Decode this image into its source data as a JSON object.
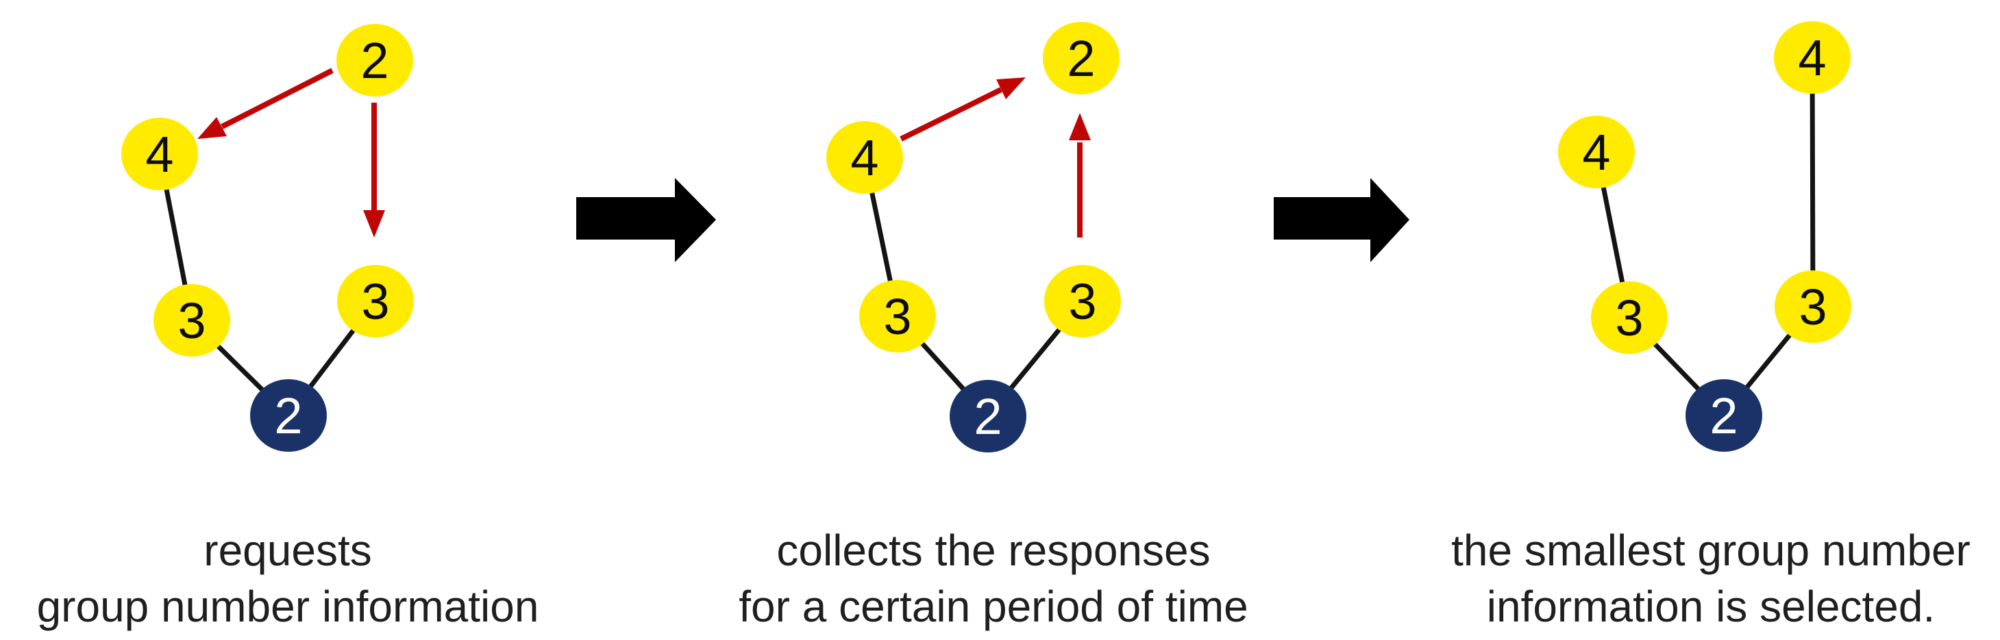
{
  "figure": {
    "description_labels": {
      "step1_line1": "requests",
      "step1_line2": "group number information",
      "step2_line1": "collects the responses",
      "step2_line2": "for a certain period of time",
      "step3_line1": "the smallest group number",
      "step3_line2": "information is selected."
    }
  },
  "colors": {
    "background": "#FFFFFF",
    "node_yellow": "#FFEB00",
    "node_navy": "#1B3268",
    "node_label_dark": "#0D0D0D",
    "node_label_light": "#FFFFFF",
    "edge_black": "#141414",
    "request_arrow_red": "#C00505",
    "step_arrow_black": "#000000",
    "caption_text": "#1F1F1F"
  },
  "panels": [
    {
      "caption_line1": "requests",
      "caption_line2": "group number information",
      "nodes": [
        {
          "label": "2"
        },
        {
          "label": "4"
        },
        {
          "label": "3"
        },
        {
          "label": "3"
        },
        {
          "label": "2"
        }
      ]
    },
    {
      "caption_line1": "collects the responses",
      "caption_line2": "for a certain period of time",
      "nodes": [
        {
          "label": "2"
        },
        {
          "label": "4"
        },
        {
          "label": "3"
        },
        {
          "label": "3"
        },
        {
          "label": "2"
        }
      ]
    },
    {
      "caption_line1": "the smallest group number",
      "caption_line2": "information is selected.",
      "nodes": [
        {
          "label": "4"
        },
        {
          "label": "4"
        },
        {
          "label": "3"
        },
        {
          "label": "3"
        },
        {
          "label": "2"
        }
      ]
    }
  ]
}
